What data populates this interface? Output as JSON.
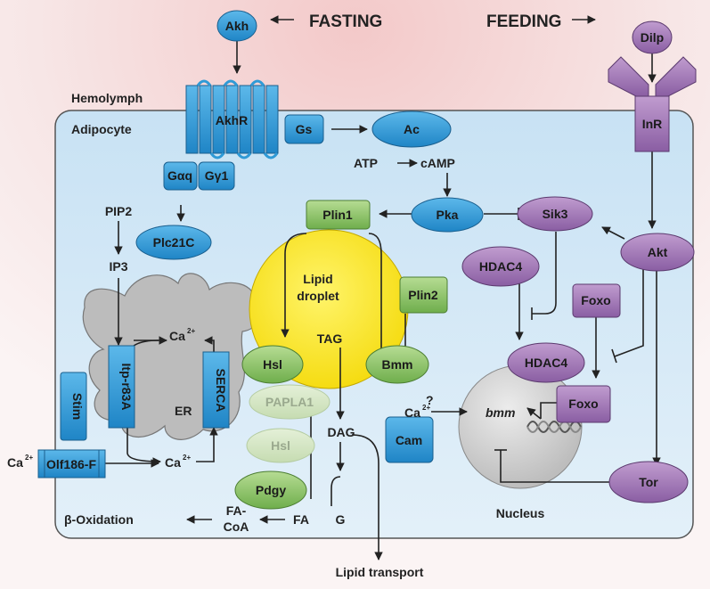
{
  "signals": {
    "fasting": "FASTING",
    "feeding": "FEEDING"
  },
  "compartments": {
    "hemolymph": "Hemolymph",
    "adipocyte": "Adipocyte",
    "er": "ER",
    "nucleus": "Nucleus",
    "lipid_droplet_line1": "Lipid",
    "lipid_droplet_line2": "droplet"
  },
  "proteins": {
    "akh": "Akh",
    "akhr": "AkhR",
    "gs": "Gs",
    "gaq": "Gαq",
    "gy1": "Gγ1",
    "ac": "Ac",
    "pka": "Pka",
    "plc21c": "Plc21C",
    "itp_r83a": "Itp-r83A",
    "serca": "SERCA",
    "stim": "Stim",
    "olf186f": "Olf186-F",
    "plin1": "Plin1",
    "plin2": "Plin2",
    "hsl": "Hsl",
    "bmm": "Bmm",
    "papla1": "PAPLA1",
    "hsl2": "Hsl",
    "pdgy": "Pdgy",
    "cam": "Cam",
    "dilp": "Dilp",
    "inr": "InR",
    "sik3": "Sik3",
    "akt": "Akt",
    "hdac4": "HDAC4",
    "hdac4_nuc": "HDAC4",
    "foxo": "Foxo",
    "foxo_nuc": "Foxo",
    "tor": "Tor"
  },
  "metabolites": {
    "atp": "ATP",
    "camp": "cAMP",
    "pip2": "PIP2",
    "ip3": "IP3",
    "ca_er": "Ca",
    "ca_cyto": "Ca",
    "ca_out": "Ca",
    "ca_nuc": "Ca",
    "ca_charge": "2+",
    "tag": "TAG",
    "dag": "DAG",
    "fa": "FA",
    "g": "G",
    "fa_coa_line1": "FA-",
    "fa_coa_line2": "CoA",
    "beta_oxidation": "β-Oxidation",
    "lipid_transport": "Lipid transport",
    "bmm_gene": "bmm",
    "question": "?"
  },
  "colors": {
    "blue_fill": "#2f9ad6",
    "green_fill": "#8fc66c",
    "purple_fill": "#a57bb8",
    "cell_fill": "#d7ebf7",
    "droplet_fill": "#ffe629",
    "er_fill": "#bdbdbd",
    "nucleus_fill": "#cfcfcf"
  }
}
